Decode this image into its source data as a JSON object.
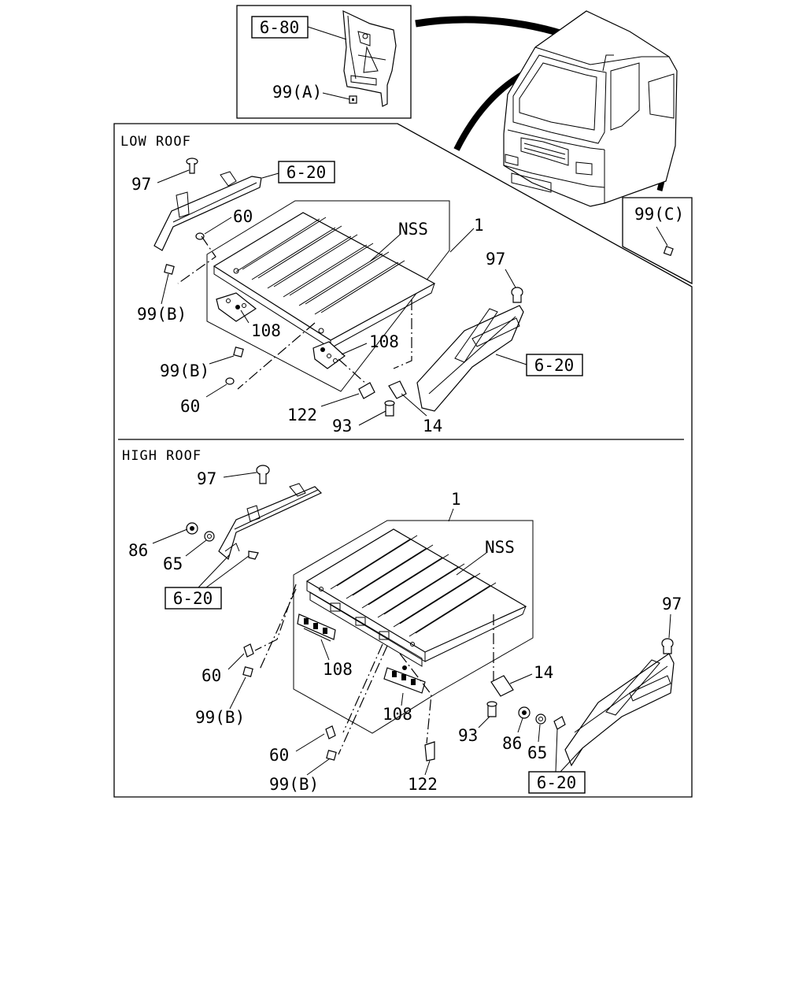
{
  "inset": {
    "ref_6_80": "6-80",
    "label_99a": "99(A)"
  },
  "corner_inset": {
    "label_99c": "99(C)"
  },
  "low_roof": {
    "title": "LOW ROOF",
    "label_97_left": "97",
    "ref_6_20_top": "6-20",
    "label_60_top": "60",
    "label_nss": "NSS",
    "label_1": "1",
    "label_97_right": "97",
    "label_99b_upper": "99(B)",
    "label_108_left": "108",
    "label_108_right": "108",
    "ref_6_20_right": "6-20",
    "label_99b_lower": "99(B)",
    "label_60_lower": "60",
    "label_122": "122",
    "label_93": "93",
    "label_14": "14"
  },
  "high_roof": {
    "title": "HIGH ROOF",
    "label_97_left": "97",
    "label_1": "1",
    "label_86_left": "86",
    "label_65_left": "65",
    "label_nss": "NSS",
    "ref_6_20_left": "6-20",
    "label_97_right": "97",
    "label_60_upper": "60",
    "label_108_left": "108",
    "label_14": "14",
    "label_99b_upper": "99(B)",
    "label_108_right": "108",
    "label_93": "93",
    "label_86_right": "86",
    "label_65_right": "65",
    "label_60_lower": "60",
    "label_99b_lower": "99(B)",
    "label_122": "122",
    "ref_6_20_right": "6-20"
  }
}
